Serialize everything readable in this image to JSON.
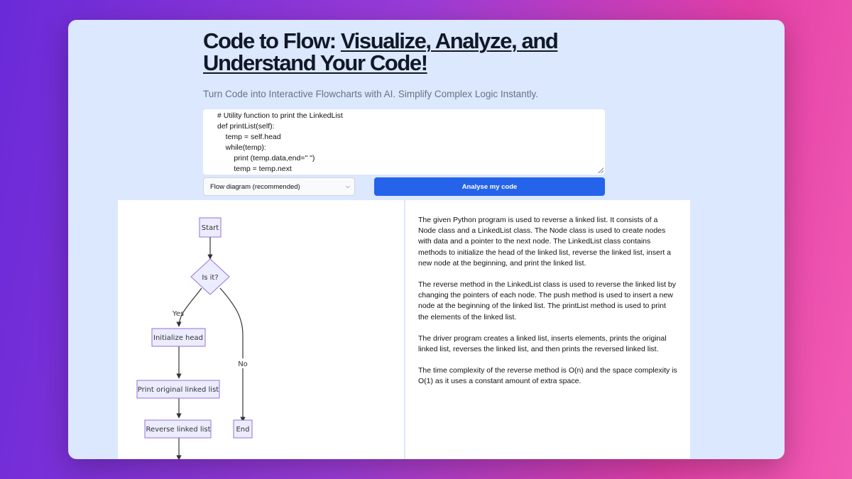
{
  "header": {
    "title_lead": "Code to Flow: ",
    "title_underlined_1": "Visualize, Analyze, and",
    "title_underlined_2": "Understand Your Code!",
    "subtitle": "Turn Code into Interactive Flowcharts with AI. Simplify Complex Logic Instantly."
  },
  "code_input": {
    "lines": [
      "# Utility function to print the LinkedList",
      "def printList(self):",
      "    temp = self.head",
      "    while(temp):",
      "        print (temp.data,end=\" \")",
      "        temp = temp.next"
    ]
  },
  "controls": {
    "diagram_type": "Flow diagram (recommended)",
    "analyse_label": "Analyse my code"
  },
  "flowchart": {
    "nodes": {
      "start": "Start",
      "decision": "Is it?",
      "init": "Initialize head",
      "print_original": "Print original linked list",
      "reverse": "Reverse linked list",
      "end": "End"
    },
    "edges": {
      "yes": "Yes",
      "no": "No"
    }
  },
  "analysis": {
    "paragraphs": [
      "The given Python program is used to reverse a linked list. It consists of a Node class and a LinkedList class. The Node class is used to create nodes with data and a pointer to the next node. The LinkedList class contains methods to initialize the head of the linked list, reverse the linked list, insert a new node at the beginning, and print the linked list.",
      "The reverse method in the LinkedList class is used to reverse the linked list by changing the pointers of each node. The push method is used to insert a new node at the beginning of the linked list. The printList method is used to print the elements of the linked list.",
      "The driver program creates a linked list, inserts elements, prints the original linked list, reverses the linked list, and then prints the reversed linked list.",
      "The time complexity of the reverse method is O(n) and the space complexity is O(1) as it uses a constant amount of extra space."
    ]
  },
  "colors": {
    "accent": "#2563eb",
    "window_bg": "#dbe8fd",
    "node_fill": "#ececff",
    "node_stroke": "#9370db"
  }
}
